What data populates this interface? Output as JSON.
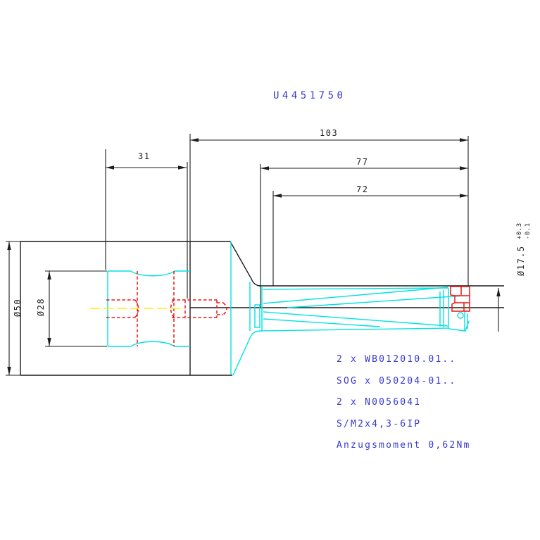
{
  "drawing": {
    "title": "U4451750",
    "dimensions": {
      "overall_length": "103",
      "shank_length": "31",
      "body_length_77": "77",
      "body_length_72": "72",
      "shank_diameter": "Ø50",
      "bore_diameter": "Ø28",
      "cutting_diameter": "Ø17.5",
      "cutting_tol_upper": "+0.3",
      "cutting_tol_lower": "-0.1"
    },
    "notes": [
      "2 x WB012010.01..",
      "SOG x 050204-01..",
      "2 x N0056041",
      "S/M2x4,3-6IP",
      "Anzugsmoment 0,62Nm"
    ],
    "colors": {
      "annotation_blue": "#3838d0",
      "geometry_cyan": "#00e2e2",
      "hidden_red": "#f01414",
      "centerline_yellow": "#ffee00",
      "dimension_black": "#1c1c1c"
    }
  }
}
